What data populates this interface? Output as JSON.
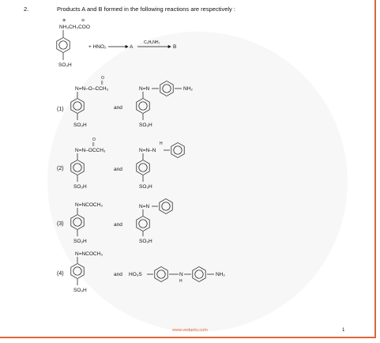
{
  "question": {
    "number": "2.",
    "text": "Products A and B formed in the following reactions are respectively :"
  },
  "reaction": {
    "charge_pos": "⊕",
    "charge_neg": "⊖",
    "reactant_top": "NH₃CH₃COO",
    "reactant_bottom": "SO₃H",
    "reagent": "+ HNO₂",
    "product_A": "A",
    "condition": "C₆H₅NH₂",
    "product_B": "B"
  },
  "options": [
    {
      "label": "(1)",
      "and": "and",
      "a_carbonyl_o": "O",
      "a_double": "||",
      "a_top": "N=N–O–CCH₃",
      "a_bottom": "SO₃H",
      "b_top": "N=N",
      "b_right": "NH₂",
      "b_bottom": "SO₃H"
    },
    {
      "label": "(2)",
      "and": "and",
      "a_carbonyl_o": "O",
      "a_double": "||",
      "a_top": "N=N–OCCH₃",
      "a_bottom": "SO₃H",
      "b_h": "H",
      "b_top": "N=N–N",
      "b_bottom": "SO₃H"
    },
    {
      "label": "(3)",
      "and": "and",
      "a_top": "N=NCOCH₃",
      "a_bottom": "SO₃H",
      "b_top": "N=N",
      "b_bottom": "SO₃H"
    },
    {
      "label": "(4)",
      "and": "and",
      "a_top": "N=NCOCH₃",
      "a_bottom": "SO₃H",
      "b_left": "HO₃S",
      "b_n": "N",
      "b_h": "H",
      "b_right": "NH₂"
    }
  ],
  "footer": {
    "site": "www.vedantu.com",
    "page": "1"
  }
}
